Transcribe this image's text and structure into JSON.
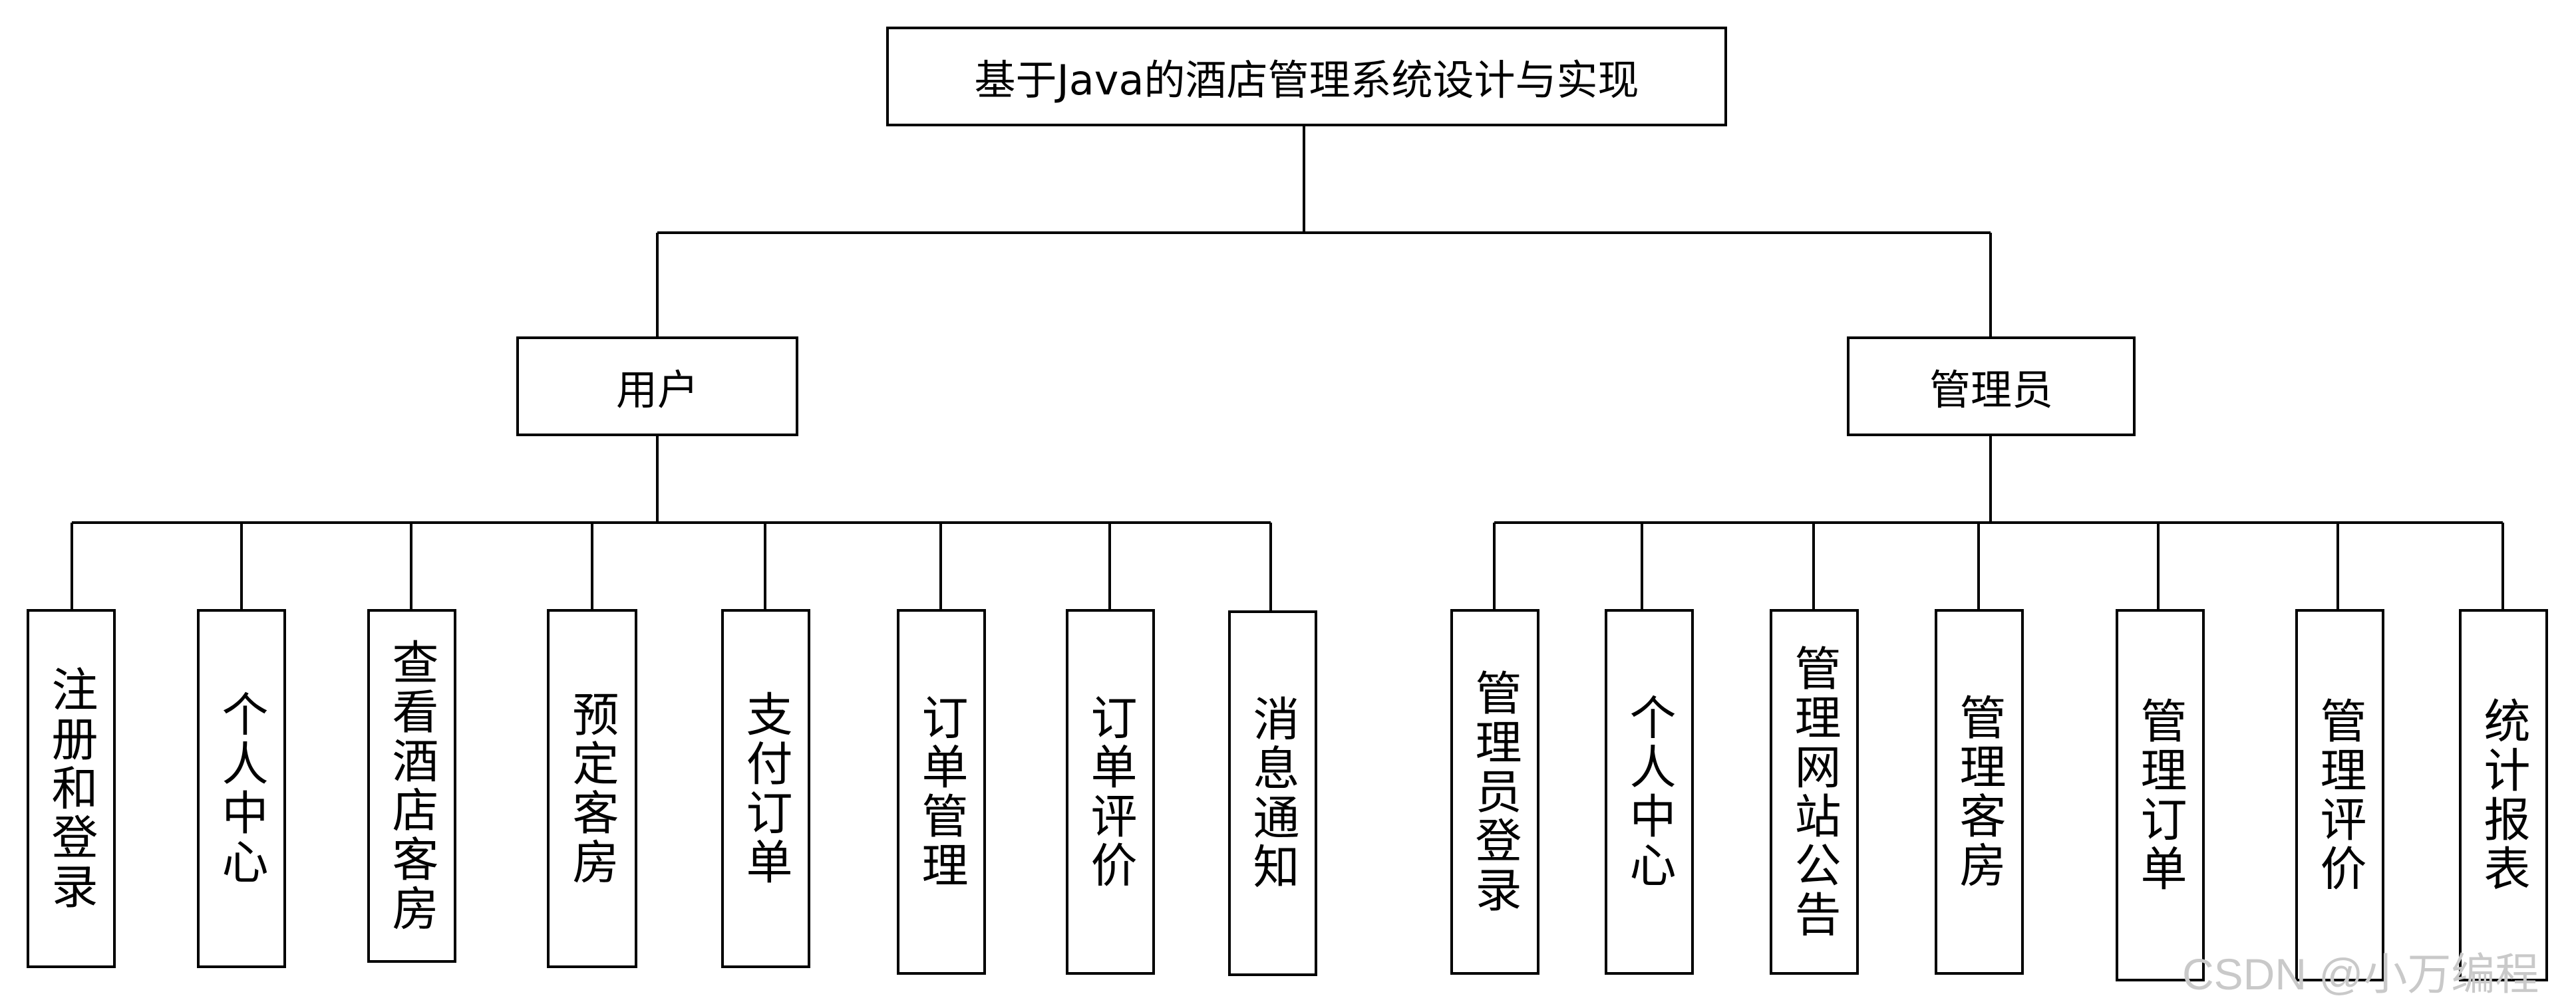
{
  "root": {
    "label": "基于Java的酒店管理系统设计与实现"
  },
  "user": {
    "label": "用户",
    "features": [
      "注册和登录",
      "个人中心",
      "查看酒店客房",
      "预定客房",
      "支付订单",
      "订单管理",
      "订单评价",
      "消息通知"
    ]
  },
  "admin": {
    "label": "管理员",
    "features": [
      "管理员登录",
      "个人中心",
      "管理网站公告",
      "管理客房",
      "管理订单",
      "管理评价",
      "统计报表"
    ]
  },
  "watermark": "CSDN @小万编程"
}
